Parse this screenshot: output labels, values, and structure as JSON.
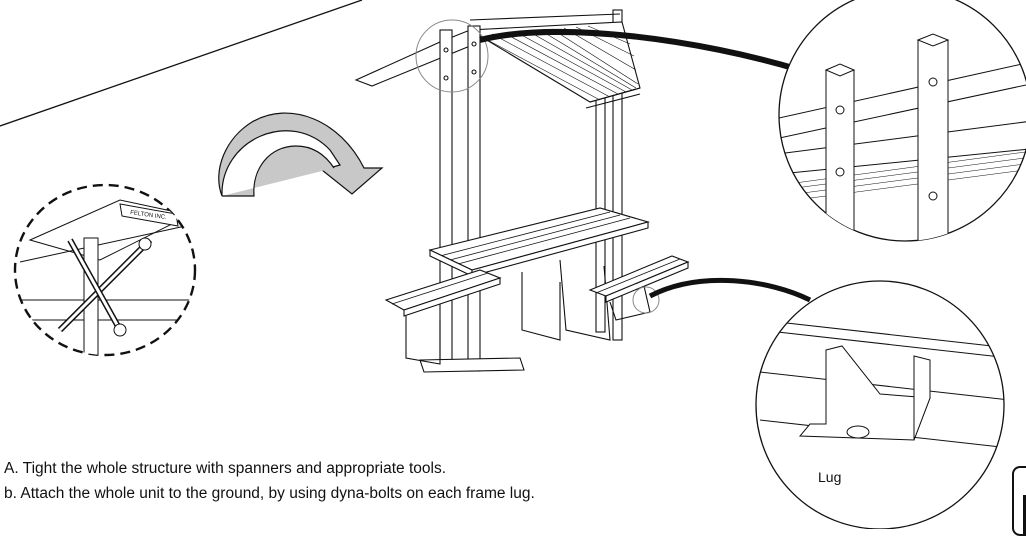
{
  "instructions": {
    "step_a": "A. Tight the whole structure with spanners and appropriate tools.",
    "step_b": "b. Attach the whole unit to the ground, by using dyna-bolts on each frame lug."
  },
  "callouts": {
    "lug_label": "Lug",
    "brand_plate": "FELTON INC."
  },
  "icons": [
    "rotate-arrow-icon"
  ],
  "colors": {
    "line": "#111111",
    "arrow_fill": "#c8c8c8",
    "background": "#ffffff"
  }
}
